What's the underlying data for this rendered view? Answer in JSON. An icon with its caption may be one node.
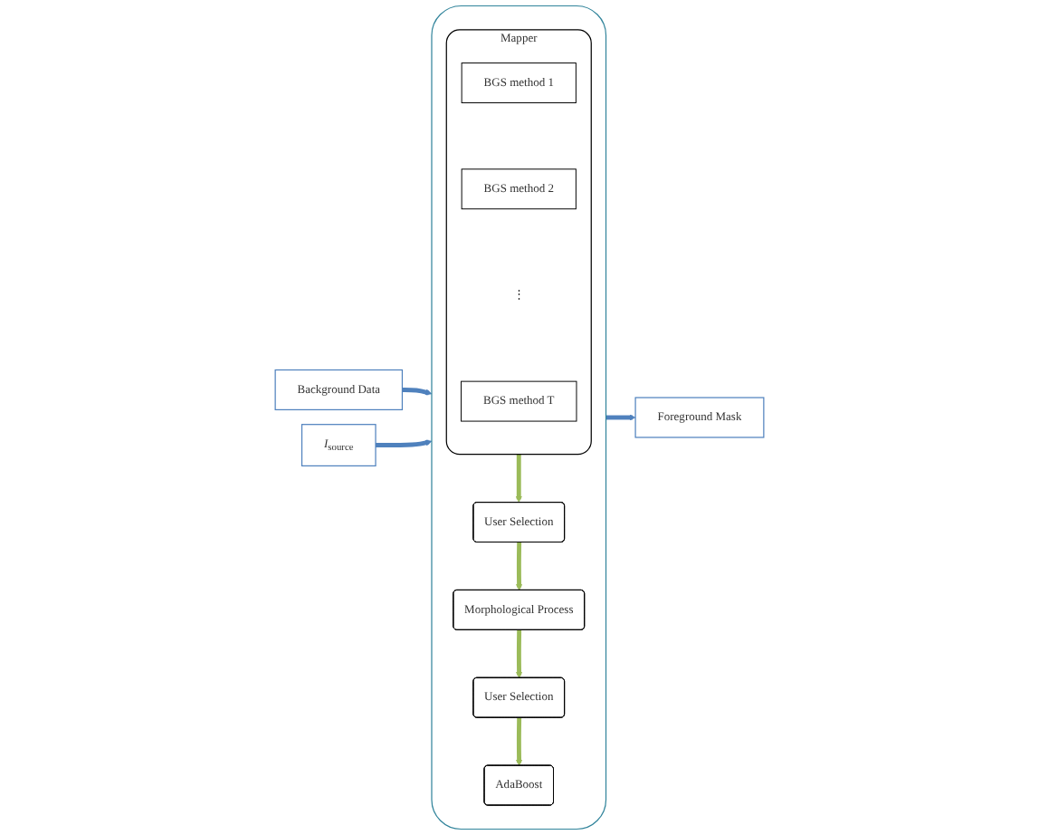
{
  "diagram": {
    "nodes": [
      {
        "text": [
          "Background Data"
        ]
      },
      {
        "text": [
          "*I*$_{source}$"
        ]
      },
      {
        "text": [],
        "shape": "box"
      },
      {
        "text": [
          "Mapper"
        ],
        "in": 2
      },
      {
        "text": [
          "BGS method 1"
        ],
        "in": 3
      },
      {
        "text": [
          "BGS method 2"
        ],
        "in": 3
      },
      {
        "text": [
          "BGS method T"
        ],
        "in": 3
      },
      {
        "text": [
          "User Selection"
        ],
        "in": 2
      },
      {
        "text": [
          "Morphological Process"
        ],
        "in": 2
      },
      {
        "text": [
          "User Selection"
        ],
        "in": 2
      },
      {
        "text": [
          "AdaBoost"
        ],
        "in": 2
      },
      {
        "text": [
          "Foreground Mask"
        ]
      }
    ],
    "edges": [
      {
        "from": 0,
        "to": 2,
        "arrow": "to",
        "color": "#4f81bd"
      },
      {
        "from": 1,
        "to": 2,
        "arrow": "to",
        "color": "#4f81bd"
      },
      {
        "from": 2,
        "to": 11,
        "arrow": "to",
        "color": "#4f81bd"
      },
      {
        "from": 3,
        "to": 7,
        "arrow": "to"
      },
      {
        "from": 7,
        "to": 8,
        "arrow": "to"
      },
      {
        "from": 8,
        "to": 9,
        "arrow": "to"
      },
      {
        "from": 9,
        "to": 10,
        "arrow": "to"
      }
    ],
    "labels": [
      "⋮"
    ]
  }
}
